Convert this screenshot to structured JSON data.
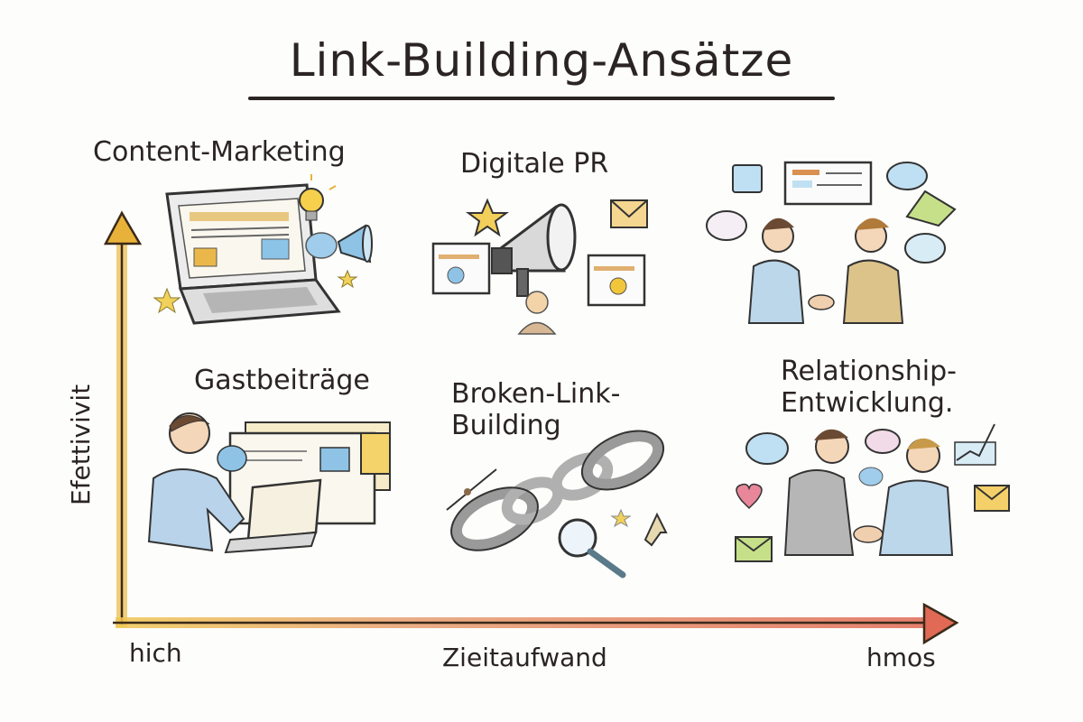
{
  "title": "Link-Building-Ansätze",
  "axes": {
    "y_label": "Efettivivit",
    "x_label": "Zieitaufwand",
    "x_low_label": "hich",
    "x_high_label": "hmos",
    "y_color": "#e8b23a",
    "x_color_start": "#f0c752",
    "x_color_end": "#e06a55"
  },
  "approaches": [
    {
      "label": "Content-Marketing",
      "icons": [
        "laptop-icon",
        "lightbulb-icon",
        "megaphone-icon",
        "cloud-icon",
        "star-icon"
      ]
    },
    {
      "label": "Digitale PR",
      "icons": [
        "megaphone-icon",
        "star-icon",
        "envelope-icon",
        "webpage-icon",
        "person-icon"
      ]
    },
    {
      "label": "",
      "icons": [
        "handshake-icon",
        "speech-bubble-icon",
        "webpage-icon",
        "map-icon"
      ]
    },
    {
      "label": "Gastbeiträge",
      "icons": [
        "person-icon",
        "laptop-icon",
        "webpage-icon",
        "note-icon"
      ]
    },
    {
      "label": "Broken-Link-\nBuilding",
      "label_line1": "Broken-Link-",
      "label_line2": "Building",
      "icons": [
        "chain-icon",
        "magnifier-icon",
        "arrow-icon",
        "star-icon"
      ]
    },
    {
      "label": "Relationship-\nEntwicklung.",
      "label_line1": "Relationship-",
      "label_line2": "Entwicklung.",
      "icons": [
        "handshake-icon",
        "speech-bubble-icon",
        "heart-icon",
        "envelope-icon",
        "chart-icon"
      ]
    }
  ]
}
